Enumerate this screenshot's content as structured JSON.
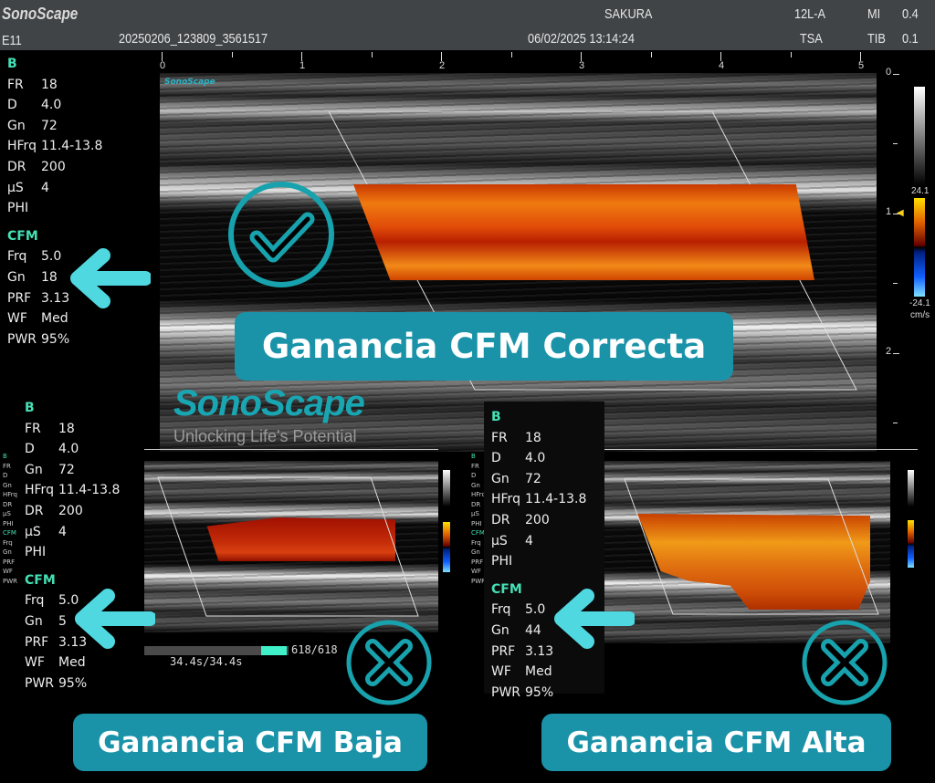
{
  "header": {
    "logo": "SonoScape",
    "exam": "E11",
    "patient_id": "20250206_123809_3561517",
    "patient_name": "SAKURA",
    "datetime": "06/02/2025 13:14:24",
    "probe": "12L-A",
    "preset": "TSA",
    "mi_label": "MI",
    "mi": "0.4",
    "tib_label": "TIB",
    "tib": "0.1"
  },
  "ruler": {
    "labels": [
      "0",
      "1",
      "2",
      "3",
      "4",
      "5"
    ]
  },
  "depth": {
    "labels": [
      "0",
      "1",
      "2"
    ]
  },
  "colorbar": {
    "max": "24.1",
    "min": "-24.1",
    "unit": "cm/s"
  },
  "watermark": {
    "brand": "SonoScape",
    "tagline": "Unlocking Life's Potential"
  },
  "params_main": {
    "b_title": "B",
    "b": [
      [
        "FR",
        "18"
      ],
      [
        "D",
        "4.0"
      ],
      [
        "Gn",
        "72"
      ],
      [
        "HFrq",
        "11.4-13.8"
      ],
      [
        "DR",
        "200"
      ],
      [
        "µS",
        "4"
      ],
      [
        "PHI",
        ""
      ]
    ],
    "cfm_title": "CFM",
    "cfm": [
      [
        "Frq",
        "5.0"
      ],
      [
        "Gn",
        "18"
      ],
      [
        "PRF",
        "3.13"
      ],
      [
        "WF",
        "Med"
      ],
      [
        "PWR",
        "95%"
      ]
    ]
  },
  "params_low": {
    "b_title": "B",
    "b": [
      [
        "FR",
        "18"
      ],
      [
        "D",
        "4.0"
      ],
      [
        "Gn",
        "72"
      ],
      [
        "HFrq",
        "11.4-13.8"
      ],
      [
        "DR",
        "200"
      ],
      [
        "µS",
        "4"
      ],
      [
        "PHI",
        ""
      ]
    ],
    "cfm_title": "CFM",
    "cfm": [
      [
        "Frq",
        "5.0"
      ],
      [
        "Gn",
        "5"
      ],
      [
        "PRF",
        "3.13"
      ],
      [
        "WF",
        "Med"
      ],
      [
        "PWR",
        "95%"
      ]
    ]
  },
  "params_high": {
    "b_title": "B",
    "b": [
      [
        "FR",
        "18"
      ],
      [
        "D",
        "4.0"
      ],
      [
        "Gn",
        "72"
      ],
      [
        "HFrq",
        "11.4-13.8"
      ],
      [
        "DR",
        "200"
      ],
      [
        "µS",
        "4"
      ],
      [
        "PHI",
        ""
      ]
    ],
    "cfm_title": "CFM",
    "cfm": [
      [
        "Frq",
        "5.0"
      ],
      [
        "Gn",
        "44"
      ],
      [
        "PRF",
        "3.13"
      ],
      [
        "WF",
        "Med"
      ],
      [
        "PWR",
        "95%"
      ]
    ]
  },
  "tiny_params": {
    "b_title": "B",
    "b": [
      "FR",
      "D",
      "Gn",
      "HFrq",
      "DR",
      "µS",
      "PHI"
    ],
    "cfm_title": "CFM",
    "cfm": [
      "Frq",
      "Gn",
      "PRF",
      "WF",
      "PWR"
    ]
  },
  "playback": {
    "time": "34.4s/34.4s",
    "frames": "618/618",
    "progress": 1.0
  },
  "labels": {
    "correct": "Ganancia CFM Correcta",
    "low": "Ganancia CFM Baja",
    "high": "Ganancia CFM Alta"
  },
  "colors": {
    "accent": "#1a93a9",
    "arrow": "#4fd8e0",
    "icon": "#17a2ad",
    "param_header": "#45e0b4"
  }
}
